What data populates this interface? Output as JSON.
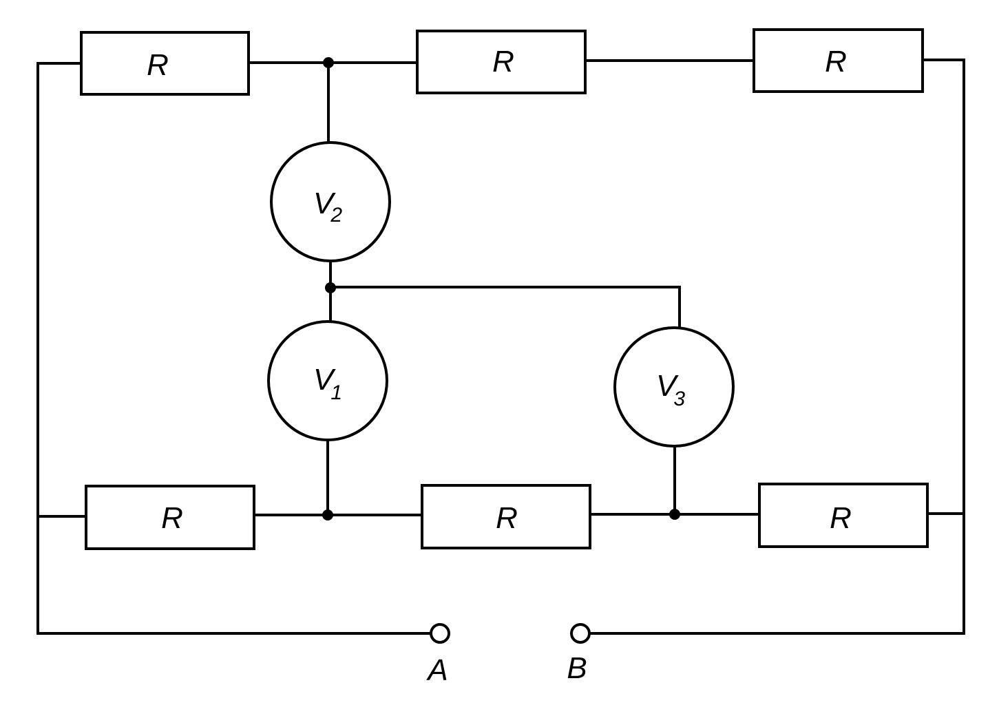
{
  "resistors": {
    "top_left": "R",
    "top_middle": "R",
    "top_right": "R",
    "bottom_left": "R",
    "bottom_middle": "R",
    "bottom_right": "R"
  },
  "voltmeters": {
    "v1": {
      "letter": "V",
      "index": "1"
    },
    "v2": {
      "letter": "V",
      "index": "2"
    },
    "v3": {
      "letter": "V",
      "index": "3"
    }
  },
  "terminals": {
    "a": "A",
    "b": "B"
  }
}
